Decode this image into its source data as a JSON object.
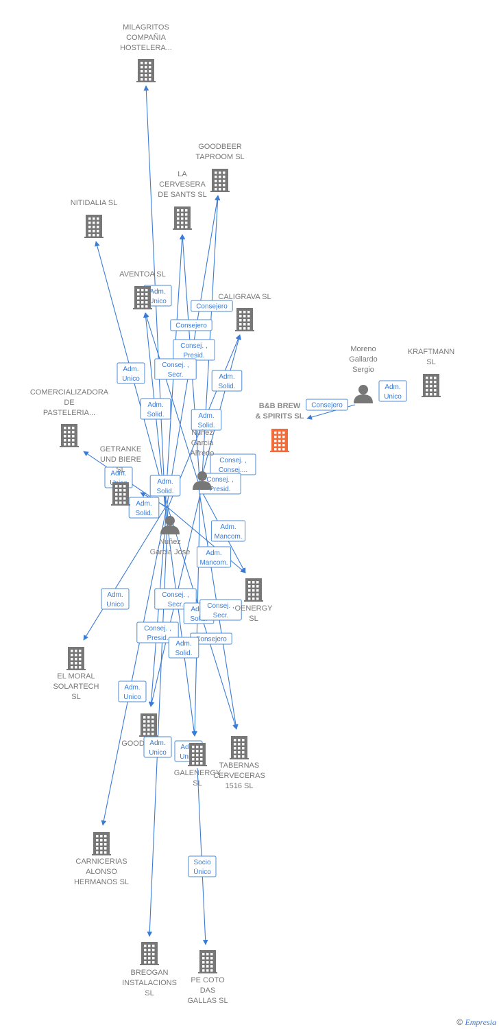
{
  "nodes": [
    {
      "id": "milagritos",
      "type": "company",
      "label": [
        "MILAGRITOS",
        "COMPAÑIA",
        "HOSTELERA..."
      ]
    },
    {
      "id": "goodbeer",
      "type": "company",
      "label": [
        "GOODBEER",
        "TAPROOM  SL"
      ]
    },
    {
      "id": "lacervesera",
      "type": "company",
      "label": [
        "LA",
        "CERVESERA",
        "DE SANTS  SL"
      ]
    },
    {
      "id": "nitidalia",
      "type": "company",
      "label": [
        "NITIDALIA  SL"
      ]
    },
    {
      "id": "aventoa",
      "type": "company",
      "label": [
        "AVENTOA SL"
      ]
    },
    {
      "id": "caligrava",
      "type": "company",
      "label": [
        "CALIGRAVA  SL"
      ]
    },
    {
      "id": "comercializadora",
      "type": "company",
      "label": [
        "COMERCIALIZADORA",
        "DE",
        "PASTELERIA..."
      ]
    },
    {
      "id": "moreno",
      "type": "person",
      "label": [
        "Moreno",
        "Gallardo",
        "Sergio"
      ]
    },
    {
      "id": "kraftmann",
      "type": "company",
      "label": [
        "KRAFTMANN",
        "SL"
      ]
    },
    {
      "id": "bbbrew",
      "type": "focus",
      "label": [
        "B&B BREW",
        "& SPIRITS  SL"
      ]
    },
    {
      "id": "alfredo",
      "type": "person",
      "label": [
        "Nuñez",
        "Garcia",
        "Alfredo"
      ]
    },
    {
      "id": "getranke",
      "type": "company",
      "label": [
        "GETRANKE",
        "UND BIERE",
        "SL"
      ]
    },
    {
      "id": "jose",
      "type": "person",
      "label": [
        "Nuñez",
        "Garcia Jose"
      ]
    },
    {
      "id": "oenergy",
      "type": "company",
      "label": [
        "OENERGY",
        "SL"
      ]
    },
    {
      "id": "elmoral",
      "type": "company",
      "label": [
        "EL MORAL",
        "SOLARTECH",
        "SL"
      ]
    },
    {
      "id": "good",
      "type": "company",
      "label": [
        "GOOD"
      ]
    },
    {
      "id": "galenergy",
      "type": "company",
      "label": [
        "GALENERGY",
        "SL"
      ]
    },
    {
      "id": "tabernas",
      "type": "company",
      "label": [
        "TABERNAS",
        "CERVECERAS",
        "1516  SL"
      ]
    },
    {
      "id": "carnicerias",
      "type": "company",
      "label": [
        "CARNICERIAS",
        "ALONSO",
        "HERMANOS  SL"
      ]
    },
    {
      "id": "breogan",
      "type": "company",
      "label": [
        "BREOGAN",
        "INSTALACIONS",
        "SL"
      ]
    },
    {
      "id": "pecoto",
      "type": "company",
      "label": [
        "PE COTO",
        "DAS",
        "GALLAS  SL"
      ]
    }
  ],
  "edges": [
    {
      "from": "jose",
      "to": "milagritos"
    },
    {
      "from": "jose",
      "to": "goodbeer"
    },
    {
      "from": "alfredo",
      "to": "goodbeer"
    },
    {
      "from": "jose",
      "to": "lacervesera"
    },
    {
      "from": "alfredo",
      "to": "lacervesera"
    },
    {
      "from": "jose",
      "to": "nitidalia"
    },
    {
      "from": "jose",
      "to": "aventoa"
    },
    {
      "from": "alfredo",
      "to": "aventoa"
    },
    {
      "from": "jose",
      "to": "caligrava"
    },
    {
      "from": "alfredo",
      "to": "caligrava"
    },
    {
      "from": "jose",
      "to": "comercializadora"
    },
    {
      "from": "jose",
      "to": "getranke"
    },
    {
      "from": "moreno",
      "to": "bbbrew"
    },
    {
      "from": "alfredo",
      "to": "oenergy"
    },
    {
      "from": "jose",
      "to": "oenergy"
    },
    {
      "from": "jose",
      "to": "elmoral"
    },
    {
      "from": "jose",
      "to": "good"
    },
    {
      "from": "alfredo",
      "to": "good"
    },
    {
      "from": "jose",
      "to": "galenergy"
    },
    {
      "from": "alfredo",
      "to": "galenergy"
    },
    {
      "from": "jose",
      "to": "tabernas"
    },
    {
      "from": "alfredo",
      "to": "tabernas"
    },
    {
      "from": "jose",
      "to": "carnicerias"
    },
    {
      "from": "jose",
      "to": "breogan"
    },
    {
      "from": "galenergy",
      "to": "pecoto"
    }
  ],
  "edge_labels": [
    [
      "Adm.",
      "Unico"
    ],
    [
      "Consejero"
    ],
    [
      "Consejero"
    ],
    [
      "Consej. ,",
      "Presid."
    ],
    [
      "Consej. ,",
      "Secr."
    ],
    [
      "Adm.",
      "Unico"
    ],
    [
      "Adm.",
      "Solid."
    ],
    [
      "Adm.",
      "Solid."
    ],
    [
      "Adm.",
      "Solid."
    ],
    [
      "Adm.",
      "Unico"
    ],
    [
      "Consejero"
    ],
    [
      "Adm.",
      "Unico"
    ],
    [
      "Adm.",
      "Solid."
    ],
    [
      "Adm.",
      "Solid."
    ],
    [
      "Consej. ,",
      "Consej...."
    ],
    [
      "Consej. ,",
      "Presid."
    ],
    [
      "Adm.",
      "Mancom."
    ],
    [
      "Adm.",
      "Mancom."
    ],
    [
      "Adm.",
      "Unico"
    ],
    [
      "Consej. ,",
      "Secr."
    ],
    [
      "Adm.",
      "Solid."
    ],
    [
      "Consej. ,",
      "Secr."
    ],
    [
      "Consej. ,",
      "Presid."
    ],
    [
      "Consejero"
    ],
    [
      "Adm.",
      "Solid."
    ],
    [
      "Adm.",
      "Unico"
    ],
    [
      "Adm.",
      "Unico"
    ],
    [
      "Adm.",
      "Unico"
    ],
    [
      "Socio",
      "Único"
    ]
  ],
  "footer": {
    "copyright": "©",
    "brand": "Empresia"
  },
  "colors": {
    "edge": "#3a7bd5",
    "company": "#777777",
    "focus": "#f26b3a",
    "person": "#777777"
  }
}
